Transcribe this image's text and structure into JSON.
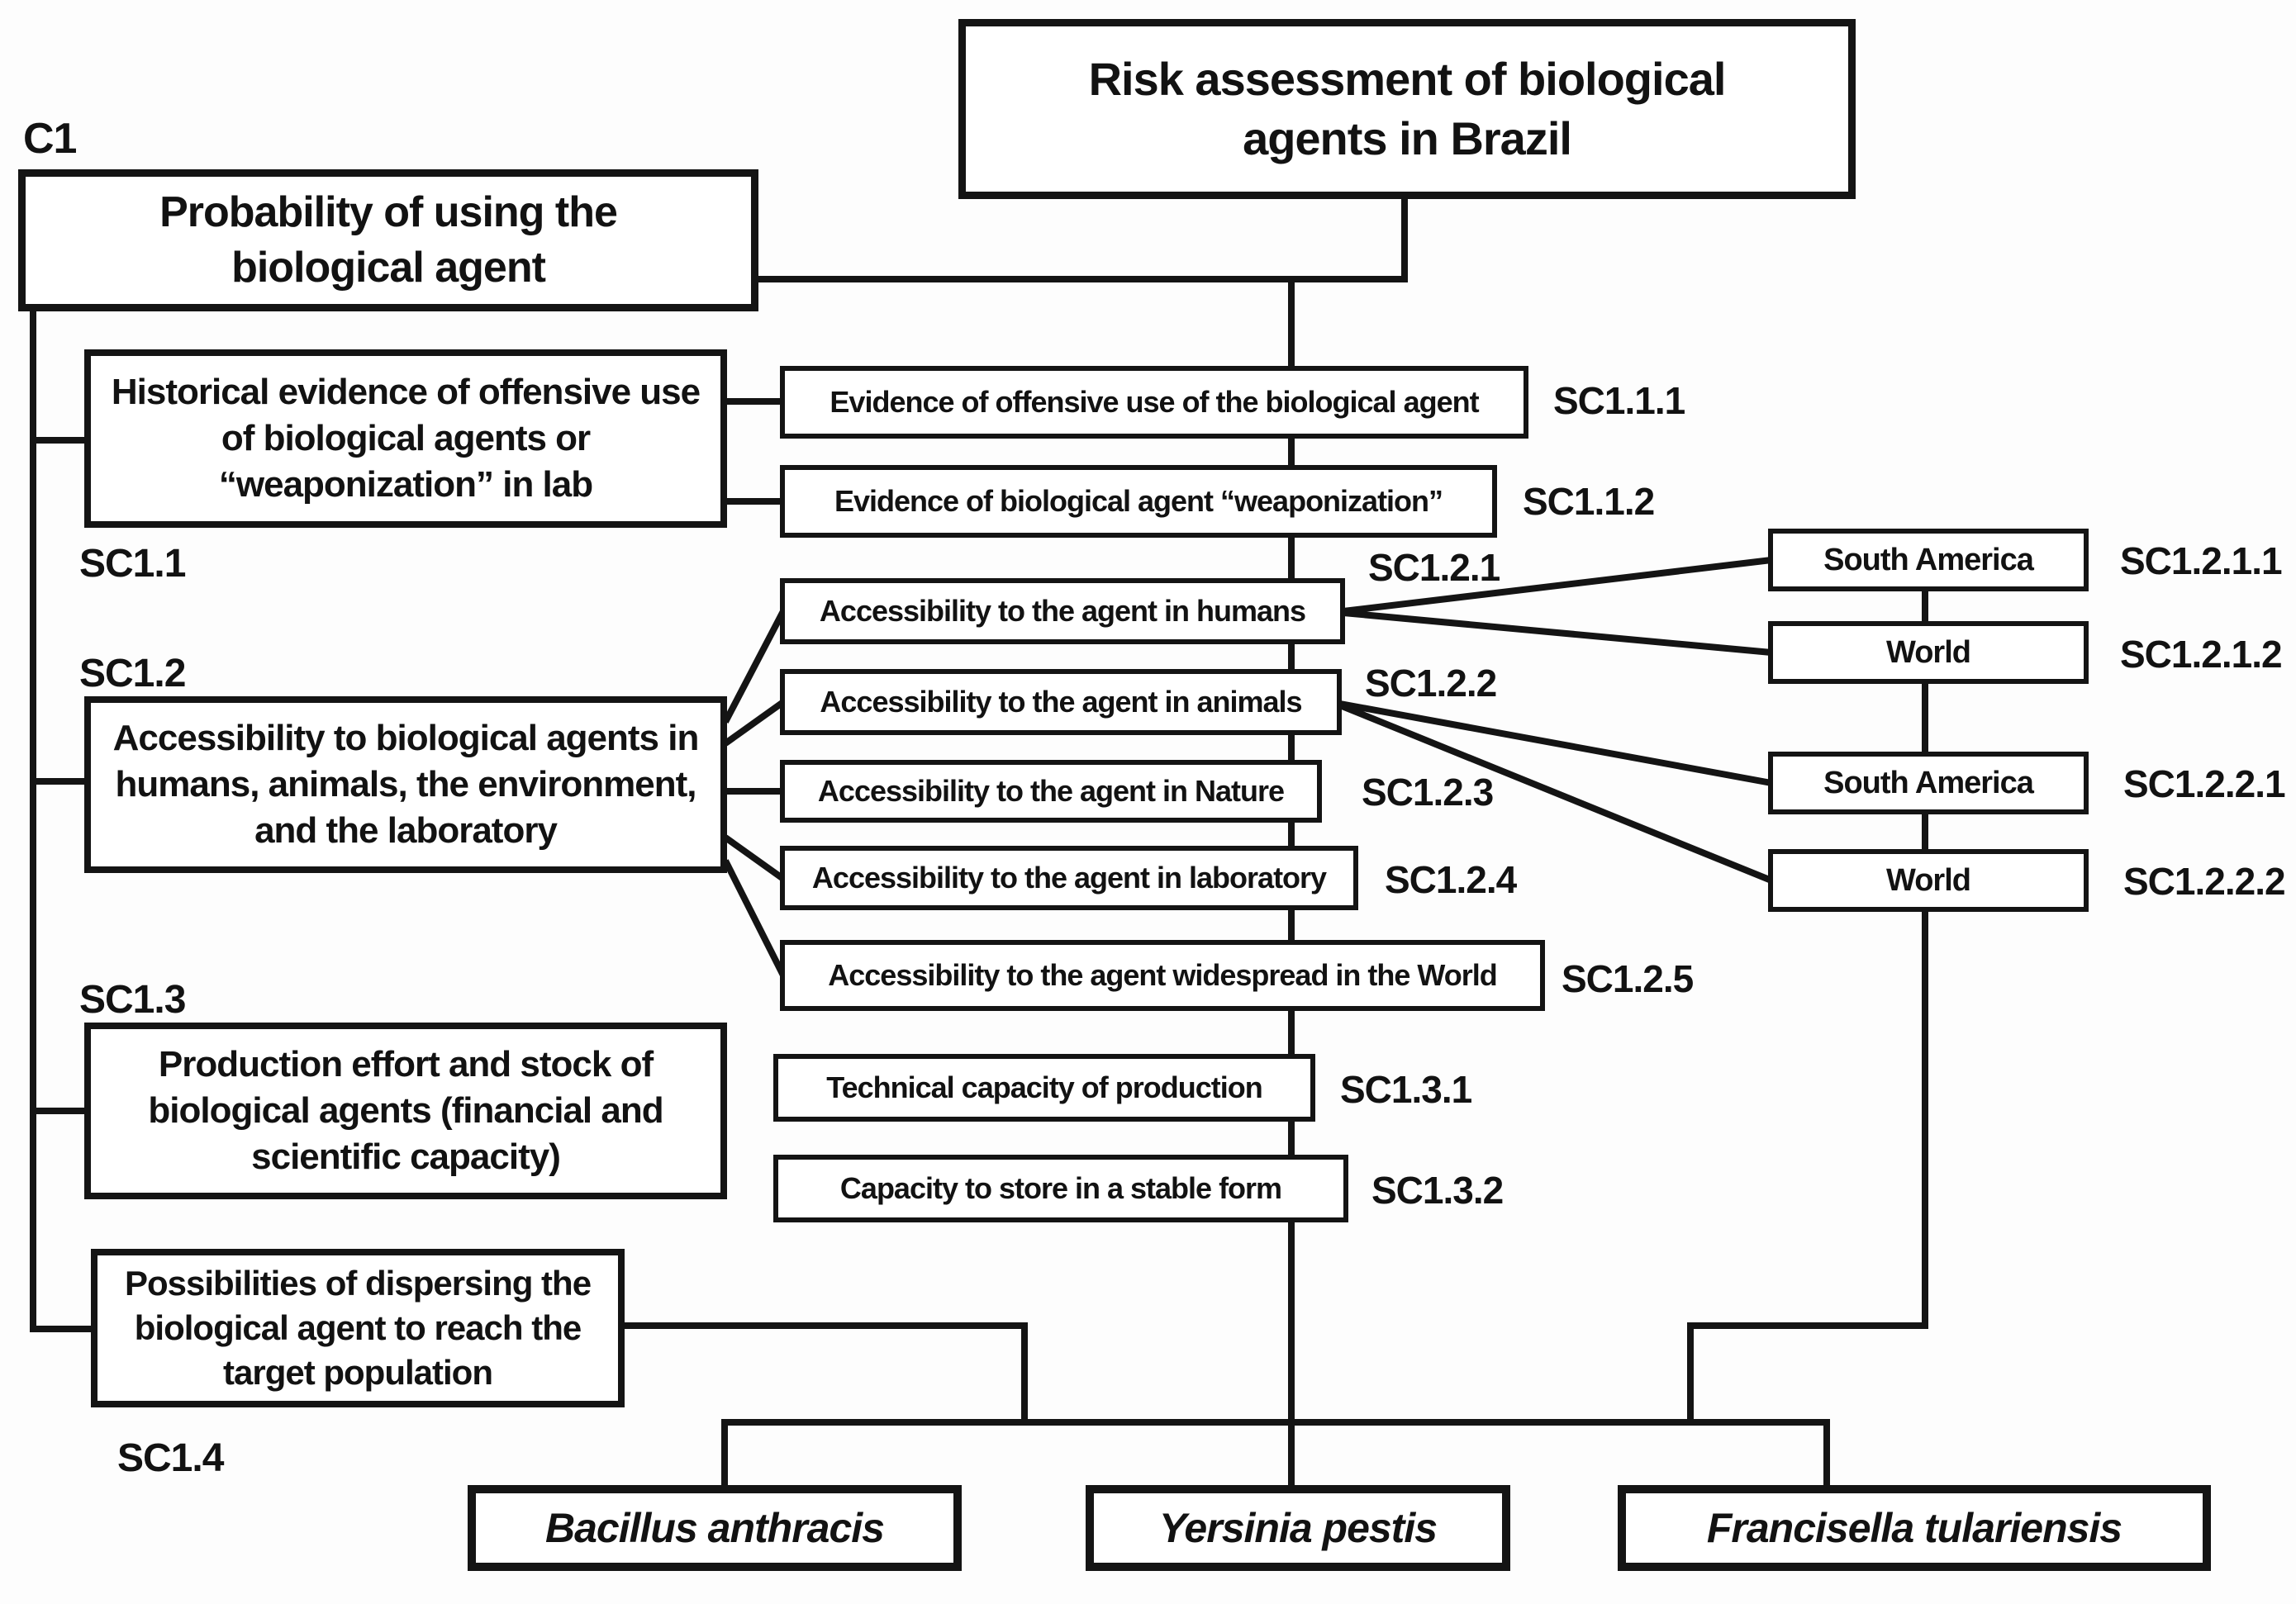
{
  "diagram": {
    "title": "Risk assessment of biological agents in Brazil",
    "criterion": {
      "id": "C1",
      "label": "Probability of using the biological agent"
    },
    "subcriteria": [
      {
        "id": "SC1.1",
        "label": "Historical evidence of offensive use of biological agents or “weaponization” in lab"
      },
      {
        "id": "SC1.2",
        "label": "Accessibility to biological agents in humans, animals, the environment, and the laboratory"
      },
      {
        "id": "SC1.3",
        "label": "Production effort and stock of biological agents (financial and scientific capacity)"
      },
      {
        "id": "SC1.4",
        "label": "Possibilities of dispersing the biological agent to reach the target population"
      }
    ],
    "indicators": [
      {
        "id": "SC1.1.1",
        "label": "Evidence of offensive use of the biological agent"
      },
      {
        "id": "SC1.1.2",
        "label": "Evidence of biological agent “weaponization”"
      },
      {
        "id": "SC1.2.1",
        "label": "Accessibility to the agent in humans"
      },
      {
        "id": "SC1.2.2",
        "label": "Accessibility to the agent in animals"
      },
      {
        "id": "SC1.2.3",
        "label": "Accessibility to the agent in Nature"
      },
      {
        "id": "SC1.2.4",
        "label": "Accessibility to the agent in laboratory"
      },
      {
        "id": "SC1.2.5",
        "label": "Accessibility to the agent widespread in the World"
      },
      {
        "id": "SC1.3.1",
        "label": "Technical capacity of production"
      },
      {
        "id": "SC1.3.2",
        "label": "Capacity to store in a stable form"
      }
    ],
    "regions": [
      {
        "id": "SC1.2.1.1",
        "label": "South America"
      },
      {
        "id": "SC1.2.1.2",
        "label": "World"
      },
      {
        "id": "SC1.2.2.1",
        "label": "South America"
      },
      {
        "id": "SC1.2.2.2",
        "label": "World"
      }
    ],
    "agents": [
      {
        "name": "Bacillus anthracis"
      },
      {
        "name": "Yersinia pestis"
      },
      {
        "name": "Francisella tulariensis"
      }
    ],
    "colors": {
      "line": "#141414",
      "box_background": "#ffffff",
      "text": "#121212"
    }
  }
}
